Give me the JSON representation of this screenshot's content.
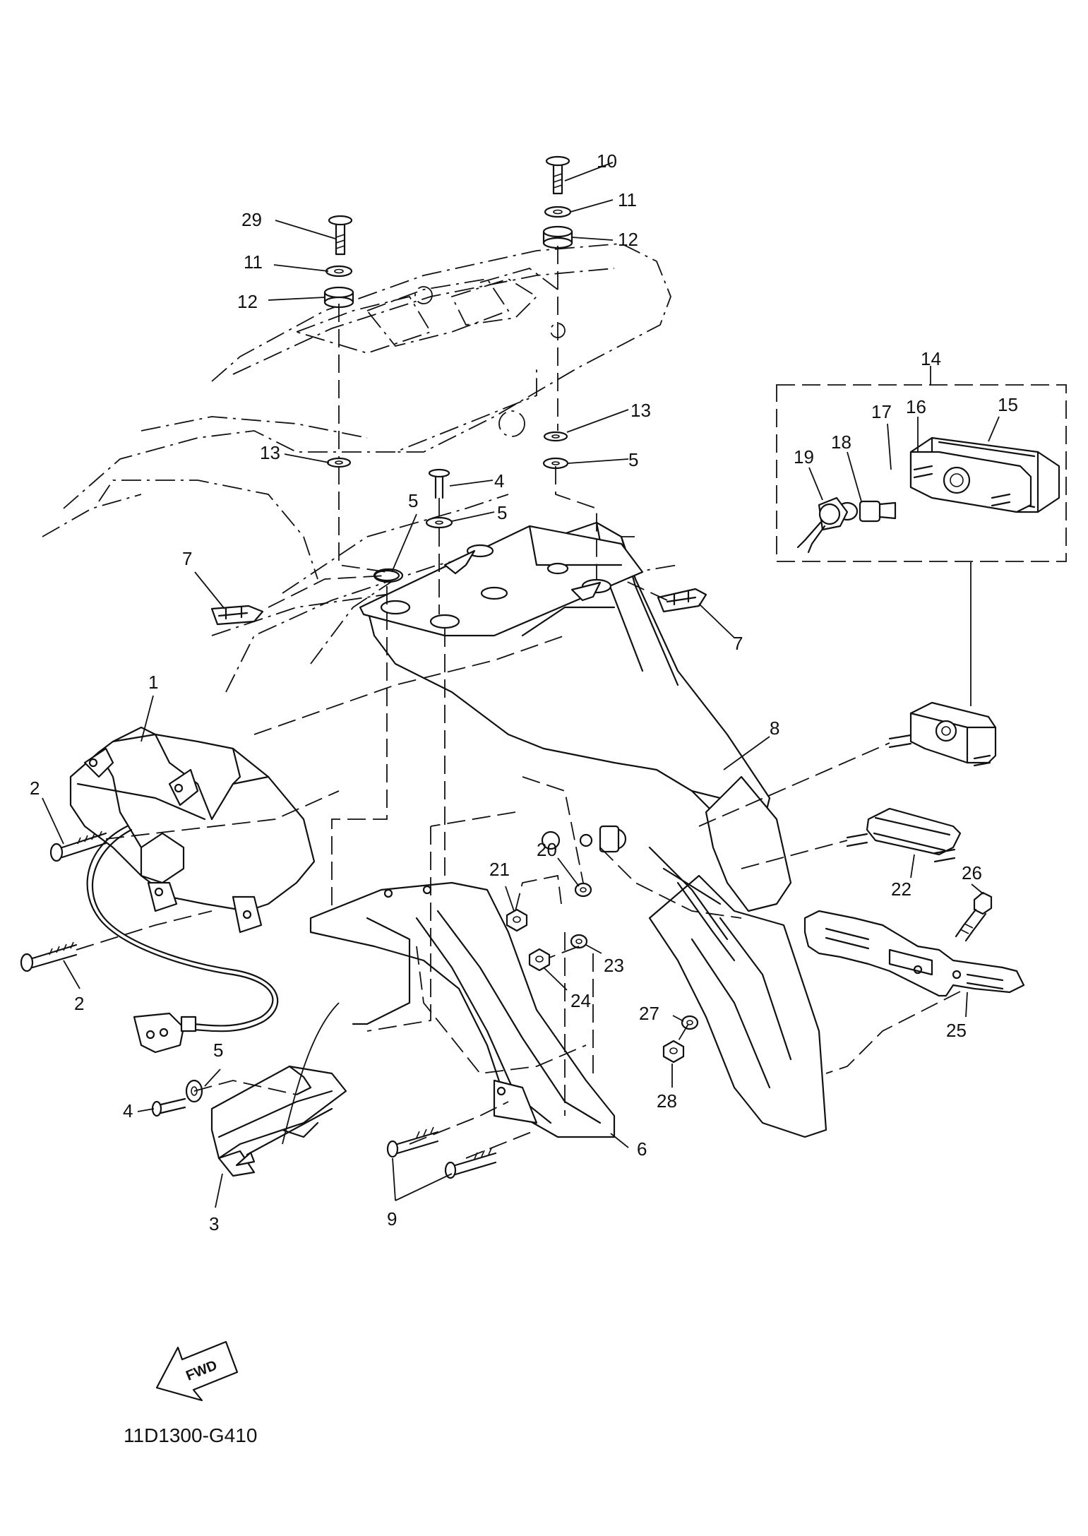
{
  "diagram_code": "11D1300-G410",
  "fwd_label": "FWD",
  "callouts": {
    "c1": "1",
    "c2a": "2",
    "c2b": "2",
    "c3": "3",
    "c4a": "4",
    "c4b": "4",
    "c5a": "5",
    "c5b": "5",
    "c5c": "5",
    "c5d": "5",
    "c6": "6",
    "c7a": "7",
    "c7b": "7",
    "c8": "8",
    "c9": "9",
    "c10": "10",
    "c11a": "11",
    "c11b": "11",
    "c12a": "12",
    "c12b": "12",
    "c13a": "13",
    "c13b": "13",
    "c14": "14",
    "c15": "15",
    "c16": "16",
    "c17": "17",
    "c18": "18",
    "c19": "19",
    "c20": "20",
    "c21": "21",
    "c22": "22",
    "c23": "23",
    "c24": "24",
    "c25": "25",
    "c26": "26",
    "c27": "27",
    "c28": "28",
    "c29": "29"
  }
}
